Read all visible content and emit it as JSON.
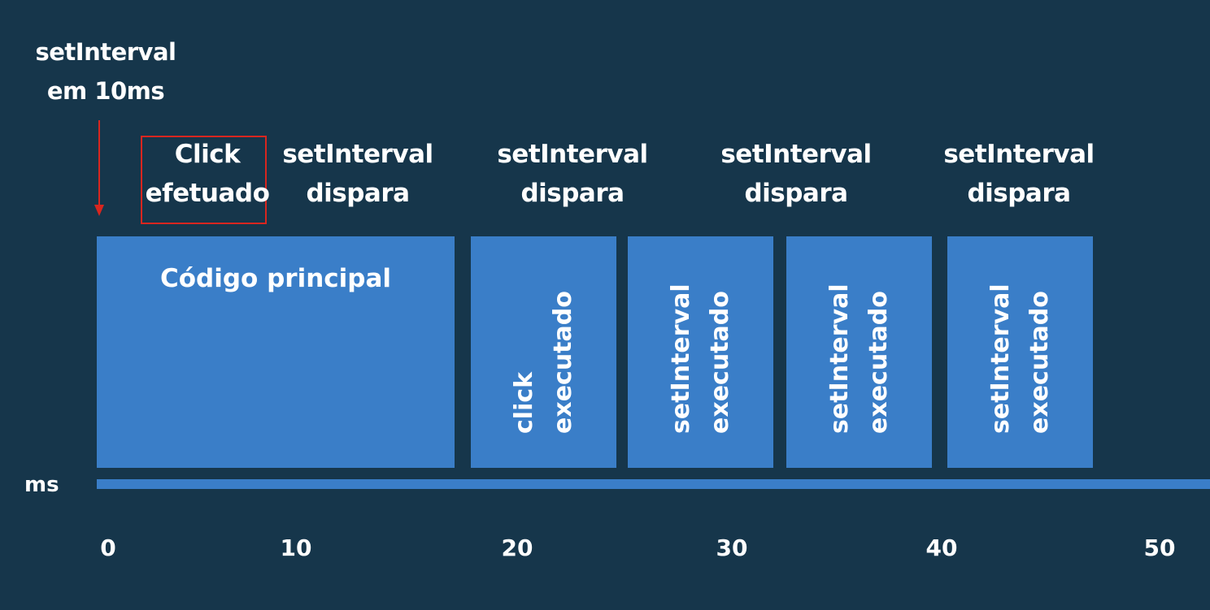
{
  "start_note": {
    "line1": "setInterval",
    "line2": "em 10ms"
  },
  "click_event": {
    "line1": "Click",
    "line2": "efetuado"
  },
  "events": [
    {
      "line1": "setInterval",
      "line2": "dispara"
    },
    {
      "line1": "setInterval",
      "line2": "dispara"
    },
    {
      "line1": "setInterval",
      "line2": "dispara"
    },
    {
      "line1": "setInterval",
      "line2": "dispara"
    }
  ],
  "main_block": {
    "label": "Código principal"
  },
  "blocks": [
    {
      "line1": "click",
      "line2": "executado"
    },
    {
      "line1": "setInterval",
      "line2": "executado"
    },
    {
      "line1": "setInterval",
      "line2": "executado"
    },
    {
      "line1": "setInterval",
      "line2": "executado"
    }
  ],
  "axis": {
    "unit": "ms",
    "ticks": [
      "0",
      "10",
      "20",
      "30",
      "40",
      "50"
    ]
  },
  "colors": {
    "background": "#16364b",
    "block": "#3a7ec8",
    "highlight": "#d8261f",
    "text": "#ffffff"
  },
  "icons": {
    "start_arrow": "arrow-down-icon",
    "marker": "plus-icon"
  }
}
